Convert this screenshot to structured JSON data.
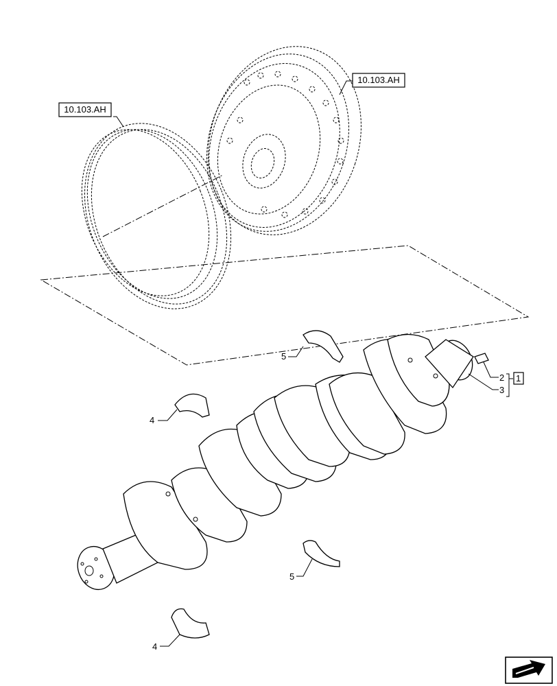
{
  "references": {
    "flywheel": "10.103.AH",
    "ring_gear": "10.103.AH"
  },
  "callouts": {
    "shell_top": "5",
    "shell_bottom": "5",
    "bearing_top": "4",
    "bearing_bottom": "4",
    "pin": "2",
    "gear": "3",
    "kit": "1"
  },
  "icons": {
    "nav": "next-page-arrow-icon"
  }
}
